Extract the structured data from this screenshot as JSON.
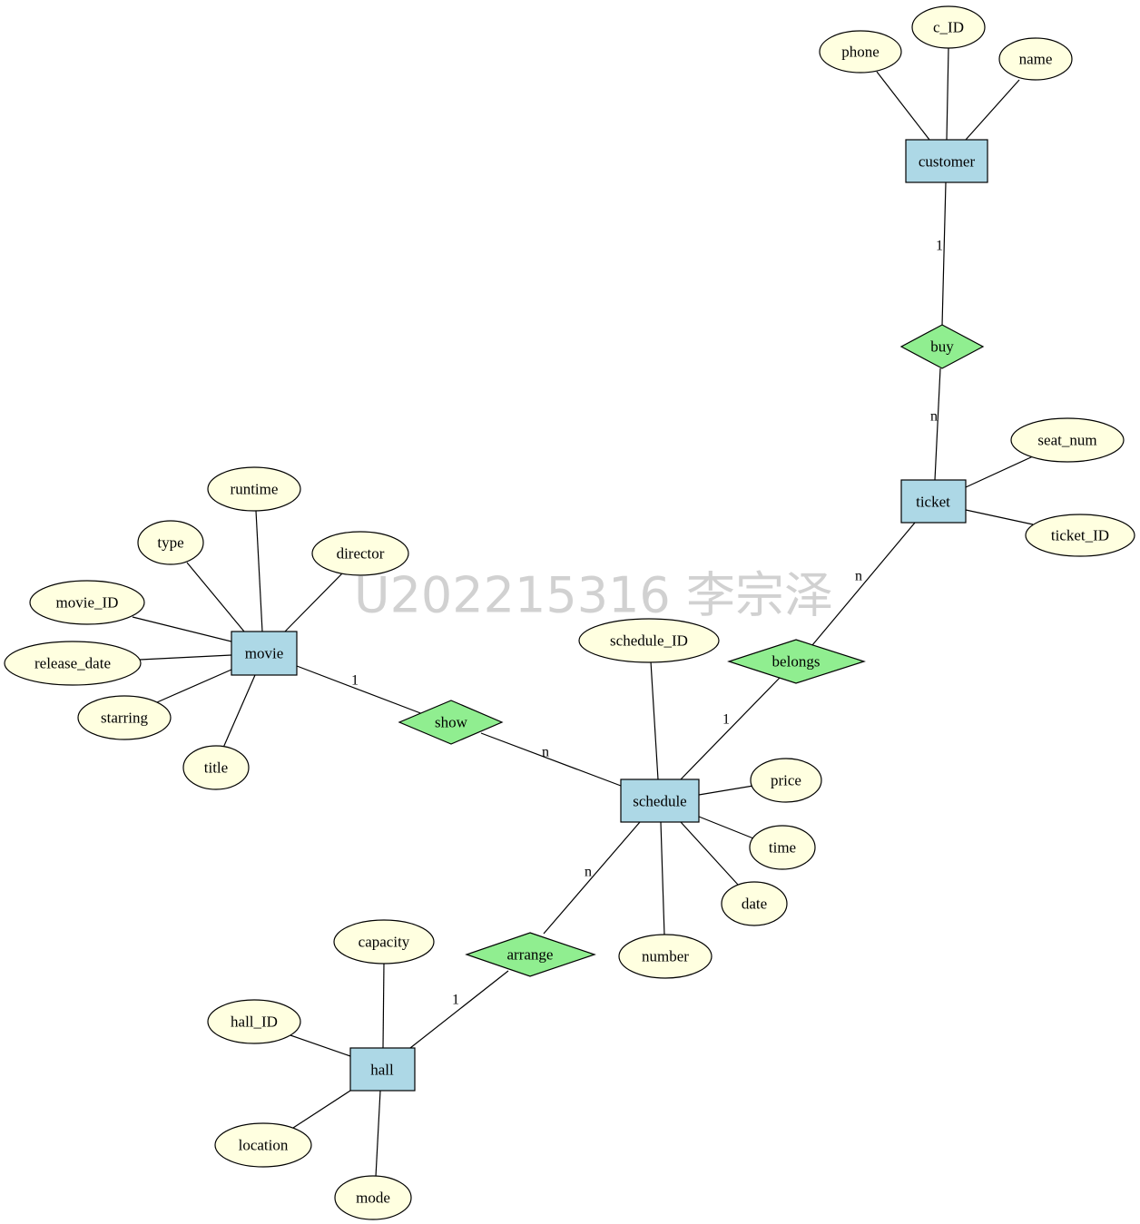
{
  "entities": {
    "customer": "customer",
    "ticket": "ticket",
    "movie": "movie",
    "schedule": "schedule",
    "hall": "hall"
  },
  "relationships": {
    "buy": "buy",
    "belongs": "belongs",
    "show": "show",
    "arrange": "arrange"
  },
  "attributes": {
    "phone": "phone",
    "c_id": "c_ID",
    "name": "name",
    "seat_num": "seat_num",
    "ticket_id": "ticket_ID",
    "runtime": "runtime",
    "type": "type",
    "director": "director",
    "movie_id": "movie_ID",
    "release_date": "release_date",
    "starring": "starring",
    "title": "title",
    "schedule_id": "schedule_ID",
    "price": "price",
    "time": "time",
    "date": "date",
    "number": "number",
    "capacity": "capacity",
    "hall_id": "hall_ID",
    "location": "location",
    "mode": "mode"
  },
  "cardinalities": {
    "customer_buy": "1",
    "buy_ticket": "n",
    "ticket_belongs": "n",
    "belongs_schedule": "1",
    "movie_show": "1",
    "show_schedule": "n",
    "schedule_arrange": "n",
    "arrange_hall": "1"
  },
  "watermark": "U202215316 李宗泽",
  "colors": {
    "entity_fill": "#add8e6",
    "relationship_fill": "#90ee90",
    "attribute_fill": "#ffffe0",
    "stroke": "#000000",
    "watermark": "#b4b4b4"
  }
}
